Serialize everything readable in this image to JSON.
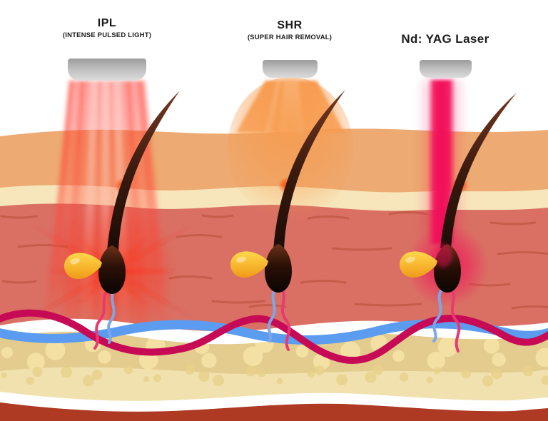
{
  "labels": {
    "ipl_title": "IPL",
    "ipl_subtitle": "(INTENSE PULSED LIGHT)",
    "shr_title": "SHR",
    "shr_subtitle": "(SUPER HAIR REMOVAL)",
    "yag_title": "Nd: YAG Laser"
  },
  "colors": {
    "background": "#ffffff",
    "label_text": "#1c1c1c",
    "device_top": "#9c9c9c",
    "device_mid": "#c0c0c0",
    "device_bottom": "#dcdcdc",
    "ipl_beam": "#ff4438",
    "shr_beam": "#f79a4c",
    "yag_beam": "#f2105a",
    "epidermis": "#edaa72",
    "basal": "#f7e6bb",
    "dermis": "#d97063",
    "dermis_streak": "#c05542",
    "white_band": "#ffffff",
    "vein_blue": "#5b9cf0",
    "artery_magenta": "#c70a55",
    "cap_blue": "#7aa7ea",
    "cap_magenta": "#e83a72",
    "fat_base": "#e3cc8d",
    "fat_low": "#f2e3b2",
    "fat_bubble": "#f3e0a2",
    "fat_bubble2": "#e9d189",
    "muscle": "#ae3a24",
    "hair_tip": "#7a3a22",
    "hair_mid": "#3a1a0e",
    "hair_dark": "#170b06",
    "bulb_top": "#6a3118",
    "bulb_dark": "#0a0503",
    "gland_light": "#ffd84a",
    "gland_dark": "#f09a18",
    "glow_red": "#ff2d12",
    "glow_core": "#ff9a3a",
    "dot_orange": "#ff6a00"
  }
}
